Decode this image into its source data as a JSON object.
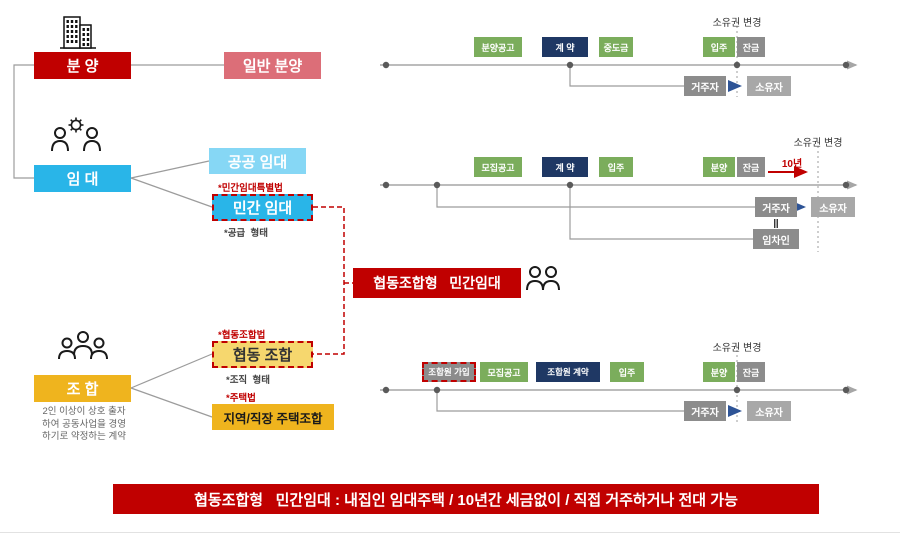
{
  "colors": {
    "red": "#C00000",
    "salmon": "#DC6E78",
    "cyan": "#29B5E8",
    "light_blue": "#86D7F5",
    "gold": "#EFB41E",
    "light_gold": "#F6D76E",
    "green": "#7BAD5C",
    "navy": "#1F3864",
    "gray": "#8C8C8C",
    "blue_arrow": "#2E5496"
  },
  "flowchart": {
    "sale": "분 양",
    "general_sale": "일반 분양",
    "rental": "임 대",
    "public_rental": "공공 임대",
    "private_rental": "민간 임대",
    "private_rental_law": "*민간임대특별법",
    "private_rental_note": "*공급  형태",
    "center_title": "협동조합형   민간임대",
    "association": "조 합",
    "association_desc1": "2인 이상이 상호 출자",
    "association_desc2": "하여 공동사업을 경영",
    "association_desc3": "하기로 약정하는 계약",
    "coop": "협동 조합",
    "coop_law": "*협동조합법",
    "coop_note": "*조직  형태",
    "housing_assoc": "지역/직장 주택조합",
    "housing_assoc_law": "*주택법"
  },
  "timeline1": {
    "ownership": "소유권 변경",
    "b1": "분양공고",
    "b2": "계 약",
    "b3": "중도금",
    "b4": "입주",
    "b5": "잔금",
    "resident": "거주자",
    "owner": "소유자"
  },
  "timeline2": {
    "ownership": "소유권 변경",
    "years": "10년",
    "b1": "모집공고",
    "b2": "계 약",
    "b3": "입주",
    "b4": "분양",
    "b5": "잔금",
    "resident": "거주자",
    "owner": "소유자",
    "equals": "‖",
    "tenant": "임차인"
  },
  "timeline3": {
    "ownership": "소유권 변경",
    "b0": "조합원 가입",
    "b1": "모집공고",
    "b2": "조합원 계약",
    "b3": "입주",
    "b4": "분양",
    "b5": "잔금",
    "resident": "거주자",
    "owner": "소유자"
  },
  "banner": "협동조합형   민간임대 : 내집인 임대주택 / 10년간 세금없이 / 직접 거주하거나 전대 가능"
}
